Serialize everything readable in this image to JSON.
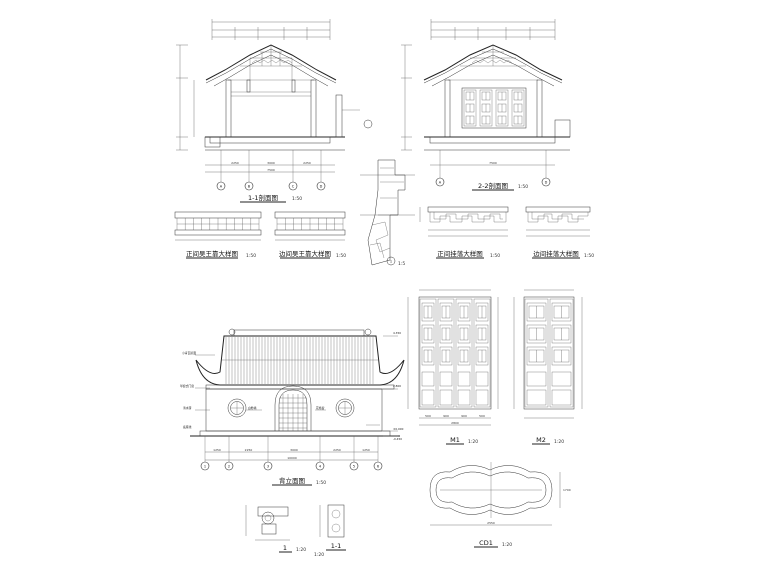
{
  "drawings": {
    "section11": {
      "title": "1-1剖面图",
      "scale": "1:50",
      "axes": [
        "A",
        "B",
        "C",
        "D"
      ],
      "axis_dims": [
        "2250",
        "3000",
        "2250"
      ],
      "total_dim": "7500"
    },
    "section22": {
      "title": "2-2剖面图",
      "scale": "1:50",
      "axes": [
        "A",
        "D"
      ],
      "total_dim": "7500"
    },
    "detail_main_beam": {
      "title": "正间吴王靠大样图",
      "scale": "1:50"
    },
    "detail_side_beam": {
      "title": "边间吴王靠大样图",
      "scale": "1:50"
    },
    "detail_main_hang": {
      "title": "正间挂落大样图",
      "scale": "1:50"
    },
    "detail_side_hang": {
      "title": "边间挂落大样图",
      "scale": "1:50"
    },
    "detail_base": {
      "marker": "1",
      "scale": "1:5"
    },
    "front_elevation": {
      "title": "背立面图",
      "scale": "1:50",
      "axes": [
        "1",
        "2",
        "3",
        "4",
        "5",
        "6"
      ],
      "axis_dims": [
        "1250",
        "2250",
        "3000",
        "2250",
        "1250"
      ],
      "total_dim": "10000",
      "labels": [
        "小青瓦屋面",
        "琴窗式门窗",
        "清水砖",
        "白粉墙",
        "花格窗",
        "底座线"
      ],
      "levels": [
        "4.350",
        "2.800",
        "±0.000",
        "-0.450"
      ]
    },
    "door_m1": {
      "title": "M1",
      "scale": "1:20",
      "dims": [
        "500",
        "900",
        "900",
        "500"
      ],
      "total_dim": "2800"
    },
    "door_m2": {
      "title": "M2",
      "scale": "1:20"
    },
    "section_a": {
      "title": "1",
      "scale": "1:20"
    },
    "section_b": {
      "title": "1-1",
      "scale": "1:20"
    },
    "plan_cd1": {
      "title": "CD1",
      "scale": "1:20",
      "dims": [
        "2550",
        "1700"
      ]
    }
  }
}
